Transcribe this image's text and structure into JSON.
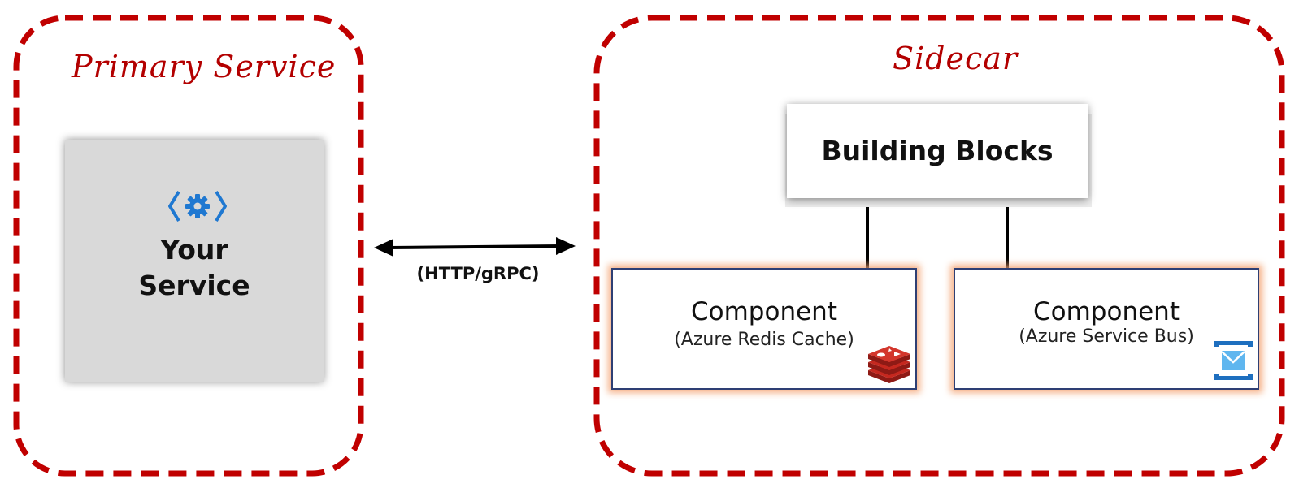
{
  "groups": {
    "primary": {
      "title": "Primary Service"
    },
    "sidecar": {
      "title": "Sidecar"
    }
  },
  "your_service": {
    "line1": "Your",
    "line2": "Service",
    "icon": "service-gear-icon"
  },
  "connection": {
    "label": "(HTTP/gRPC)",
    "direction": "bidirectional"
  },
  "building_blocks": {
    "label": "Building Blocks"
  },
  "components": [
    {
      "title": "Component",
      "subtitle": "(Azure Redis Cache)",
      "icon": "redis-icon"
    },
    {
      "title": "Component",
      "subtitle": "(Azure Service Bus)",
      "icon": "service-bus-icon"
    }
  ],
  "colors": {
    "group_border": "#c00000",
    "group_title": "#b30000",
    "service_icon": "#1f78d1",
    "component_border": "#2e3f74",
    "component_glow": "#f4a06e",
    "redis": "#b5221d",
    "service_bus": "#1e88d4"
  }
}
